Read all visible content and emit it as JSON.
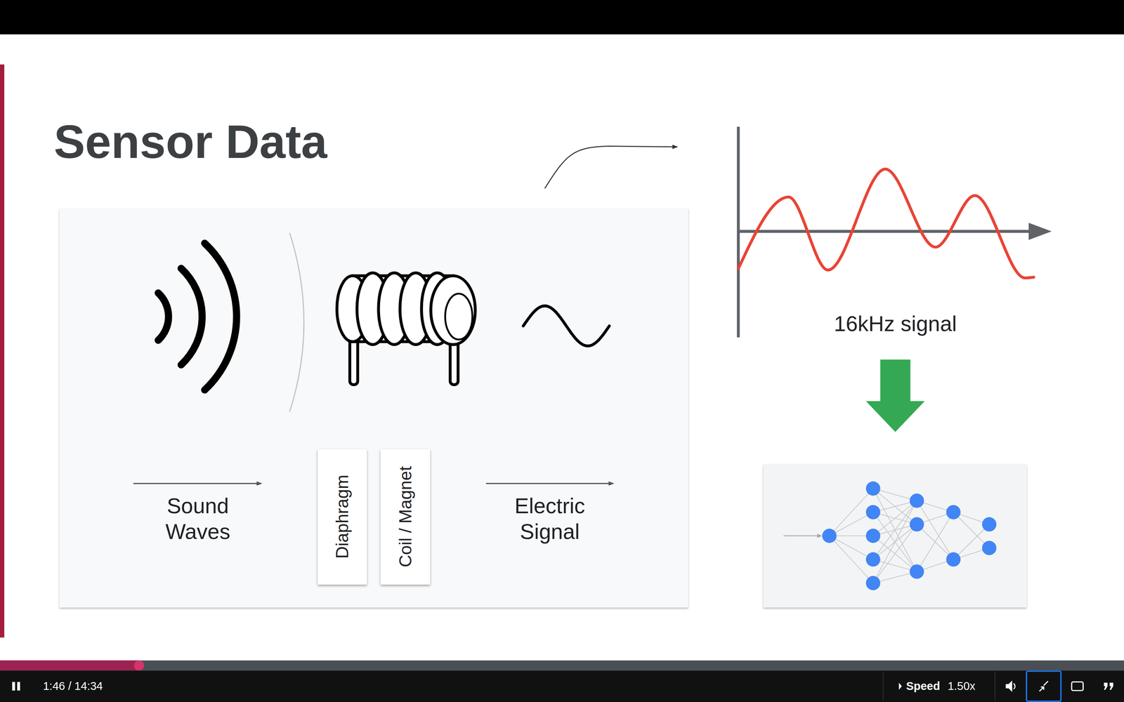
{
  "diagram": {
    "title": "Sensor Data",
    "nodes": [
      {
        "text": [
          "Diaphragm"
        ]
      },
      {
        "text": [
          "Coil / Magnet"
        ]
      }
    ],
    "labels": [
      "Sound Waves",
      "Electric Signal",
      "16kHz signal",
      "1:46 / 14:34",
      "Speed",
      "1.50x"
    ]
  }
}
